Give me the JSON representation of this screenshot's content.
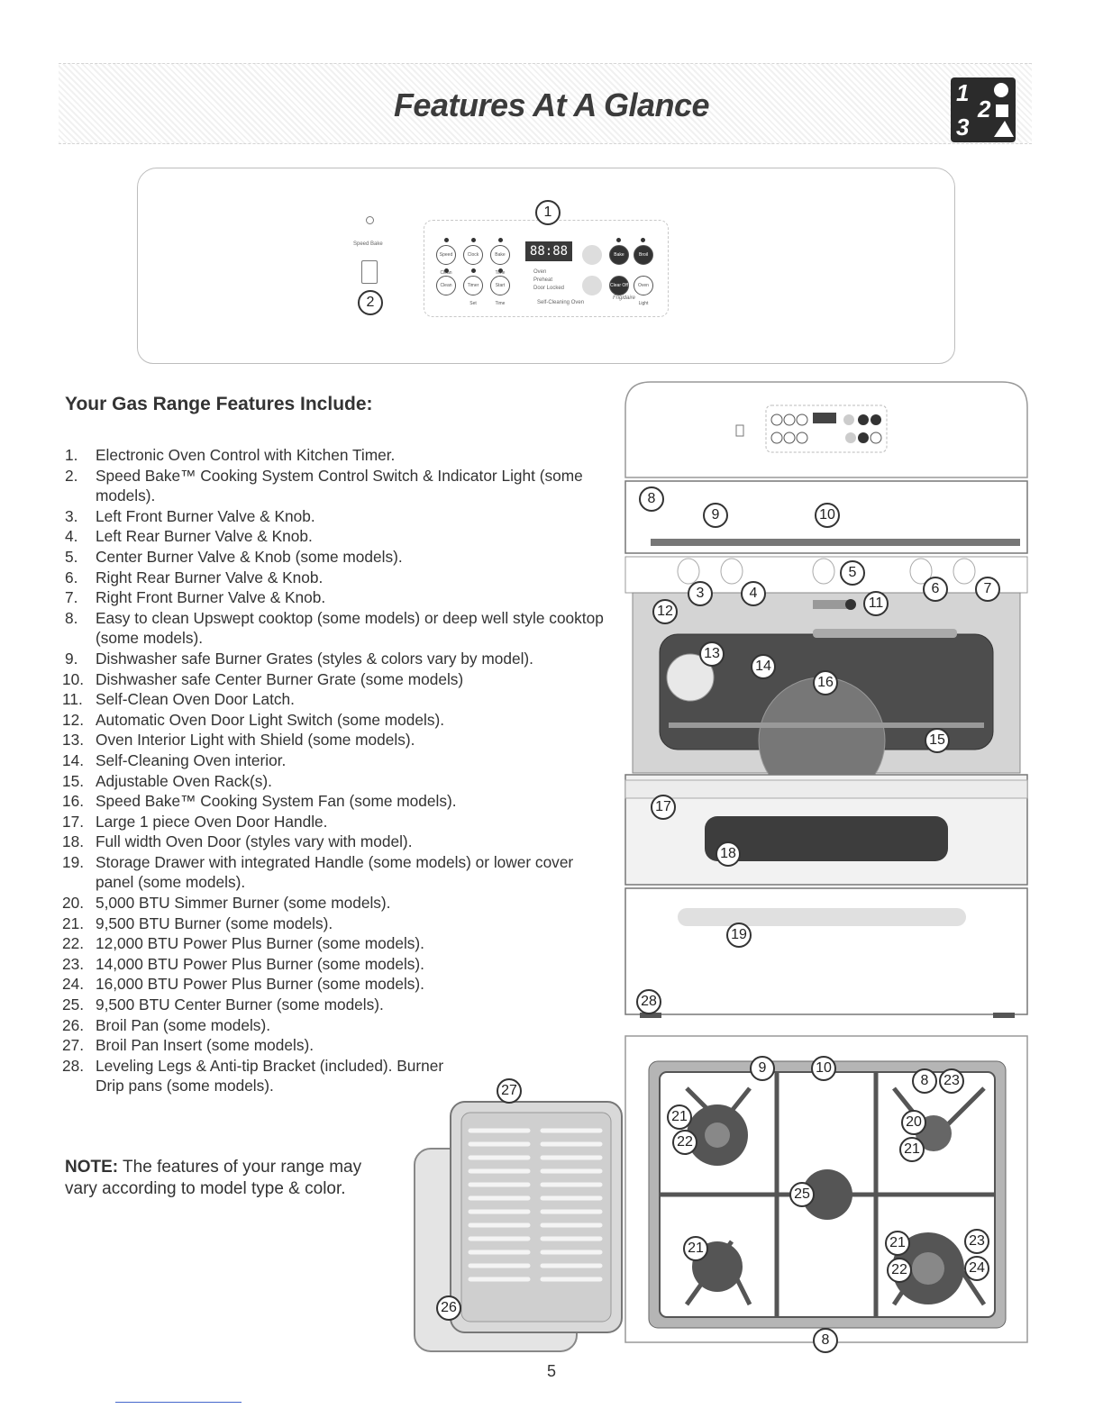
{
  "header": {
    "title": "Features At A Glance",
    "logo_digits": [
      "1",
      "2",
      "3"
    ]
  },
  "control_panel": {
    "speed_bake_label": "Speed Bake",
    "display_value": "88:88",
    "keys_top": [
      "Speed Clean",
      "Clock",
      "Bake Time"
    ],
    "keys_bottom": [
      "Clean",
      "Timer Set",
      "Start Time"
    ],
    "keys_right_top": [
      "Bake",
      "Broil"
    ],
    "keys_right_bottom": [
      "Clear Off",
      "Oven Light"
    ],
    "indicators": [
      "Oven",
      "Preheat",
      "Door Locked"
    ],
    "footer_label": "Self-Cleaning Oven",
    "brand": "Frigidaire"
  },
  "callouts": {
    "panel": [
      "1",
      "2"
    ],
    "range": [
      "8",
      "9",
      "10",
      "3",
      "4",
      "5",
      "6",
      "7",
      "12",
      "11",
      "13",
      "14",
      "16",
      "15",
      "17",
      "18",
      "19",
      "28"
    ],
    "cooktop": [
      "9",
      "10",
      "8",
      "23",
      "21",
      "22",
      "20",
      "21",
      "25",
      "21",
      "21",
      "23",
      "22",
      "24",
      "8"
    ],
    "broil_pan": [
      "27",
      "26"
    ]
  },
  "features": {
    "heading": "Your Gas Range Features Include:",
    "items": [
      {
        "num": "1.",
        "text": "Electronic Oven Control with Kitchen Timer."
      },
      {
        "num": "2.",
        "text": "Speed Bake™ Cooking System Control Switch & Indicator Light (some models)."
      },
      {
        "num": "3.",
        "text": "Left Front Burner Valve & Knob."
      },
      {
        "num": "4.",
        "text": "Left Rear Burner Valve & Knob."
      },
      {
        "num": "5.",
        "text": "Center Burner Valve & Knob (some models)."
      },
      {
        "num": "6.",
        "text": "Right Rear Burner Valve & Knob."
      },
      {
        "num": "7.",
        "text": "Right Front Burner Valve & Knob."
      },
      {
        "num": "8.",
        "text": "Easy to clean Upswept cooktop (some models) or deep well style cooktop (some models)."
      },
      {
        "num": "9.",
        "text": "Dishwasher safe Burner Grates (styles & colors vary by model)."
      },
      {
        "num": "10.",
        "text": "Dishwasher safe Center Burner Grate (some models)"
      },
      {
        "num": "11.",
        "text": "Self-Clean Oven Door Latch."
      },
      {
        "num": "12.",
        "text": "Automatic Oven Door Light Switch (some models)."
      },
      {
        "num": "13.",
        "text": "Oven Interior Light with Shield (some models)."
      },
      {
        "num": "14.",
        "text": "Self-Cleaning Oven interior."
      },
      {
        "num": "15.",
        "text": "Adjustable Oven Rack(s)."
      },
      {
        "num": "16.",
        "text": "Speed Bake™ Cooking System Fan (some models)."
      },
      {
        "num": "17.",
        "text": "Large 1 piece Oven Door Handle."
      },
      {
        "num": "18.",
        "text": "Full width Oven Door (styles vary with model)."
      },
      {
        "num": "19.",
        "text": "Storage Drawer with integrated Handle (some models) or lower cover panel (some models)."
      },
      {
        "num": "20.",
        "text": "5,000 BTU Simmer Burner (some models)."
      },
      {
        "num": "21.",
        "text": "9,500 BTU Burner (some models)."
      },
      {
        "num": "22.",
        "text": "12,000 BTU Power Plus Burner (some models)."
      },
      {
        "num": "23.",
        "text": "14,000 BTU Power Plus Burner (some models)."
      },
      {
        "num": "24.",
        "text": "16,000 BTU Power Plus Burner (some models)."
      },
      {
        "num": "25.",
        "text": "9,500 BTU Center Burner (some models)."
      },
      {
        "num": "26.",
        "text": "Broil Pan (some models)."
      },
      {
        "num": "27.",
        "text": "Broil Pan Insert (some models)."
      },
      {
        "num": "28.",
        "text": "Leveling Legs & Anti-tip Bracket (included). Burner Drip pans (some models)."
      }
    ]
  },
  "note": {
    "label": "NOTE:",
    "text": " The features of your range may vary according to model type & color."
  },
  "page_number": "5"
}
